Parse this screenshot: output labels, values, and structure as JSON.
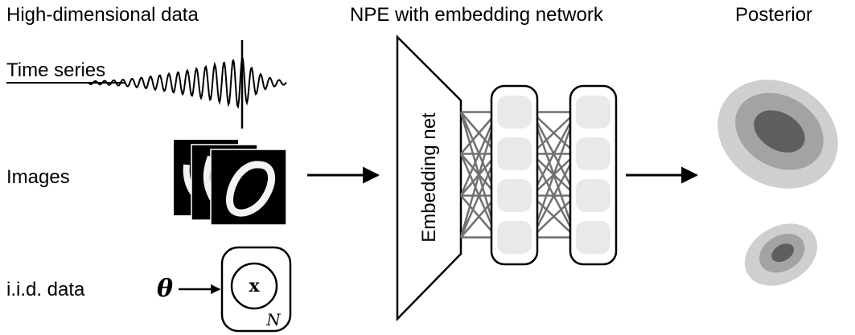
{
  "headings": {
    "input": "High-dimensional data",
    "method": "NPE with embedding network",
    "output": "Posterior"
  },
  "inputs": {
    "time_series_label": "Time series",
    "images_label": "Images",
    "iid_label": "i.i.d. data",
    "theta_symbol": "θ",
    "x_symbol": "x",
    "plate_count_symbol": "N"
  },
  "network": {
    "embedding_label": "Embedding net",
    "columns": 2,
    "nodes_per_column": 4
  },
  "colors": {
    "stroke": "#000000",
    "node_fill": "#e8eaea",
    "edge": "#707070",
    "posterior_outer": "#cfcfcf",
    "posterior_mid": "#a3a3a3",
    "posterior_inner": "#5e5e5e",
    "image_ink": "#f2f2f2"
  }
}
